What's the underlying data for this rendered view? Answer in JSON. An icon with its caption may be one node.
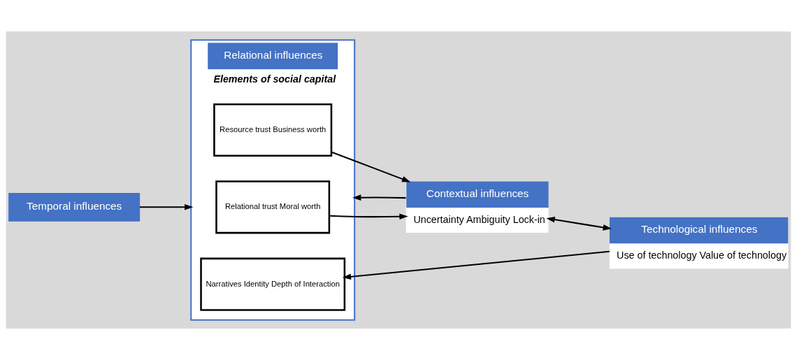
{
  "diagram": {
    "nodes": [
      {
        "text": [
          "Temporal influences"
        ]
      },
      {
        "text": [
          "Relational influences",
          "Elements of social capital"
        ]
      },
      {
        "text": [
          "Resource trust Business worth"
        ],
        "in": 1
      },
      {
        "text": [
          "Relational trust Moral worth"
        ],
        "in": 1
      },
      {
        "text": [
          "Narratives Identity Depth of Interaction"
        ],
        "in": 1
      },
      {
        "text": [
          "Contextual influences",
          "Uncertainty Ambiguity Lock-in"
        ]
      },
      {
        "text": [
          "Technological influences",
          "Use of technology Value of technology"
        ]
      }
    ],
    "edges": [
      {
        "from": 0,
        "to": 1,
        "arrow": "to"
      },
      {
        "from": 5,
        "to": 1,
        "arrow": "to"
      },
      {
        "from": 2,
        "to": 5,
        "arrow": "to"
      },
      {
        "from": 3,
        "to": 5,
        "arrow": "to"
      },
      {
        "from": 5,
        "to": 6,
        "arrow": "both"
      },
      {
        "from": 6,
        "to": 4,
        "arrow": "to"
      }
    ]
  }
}
